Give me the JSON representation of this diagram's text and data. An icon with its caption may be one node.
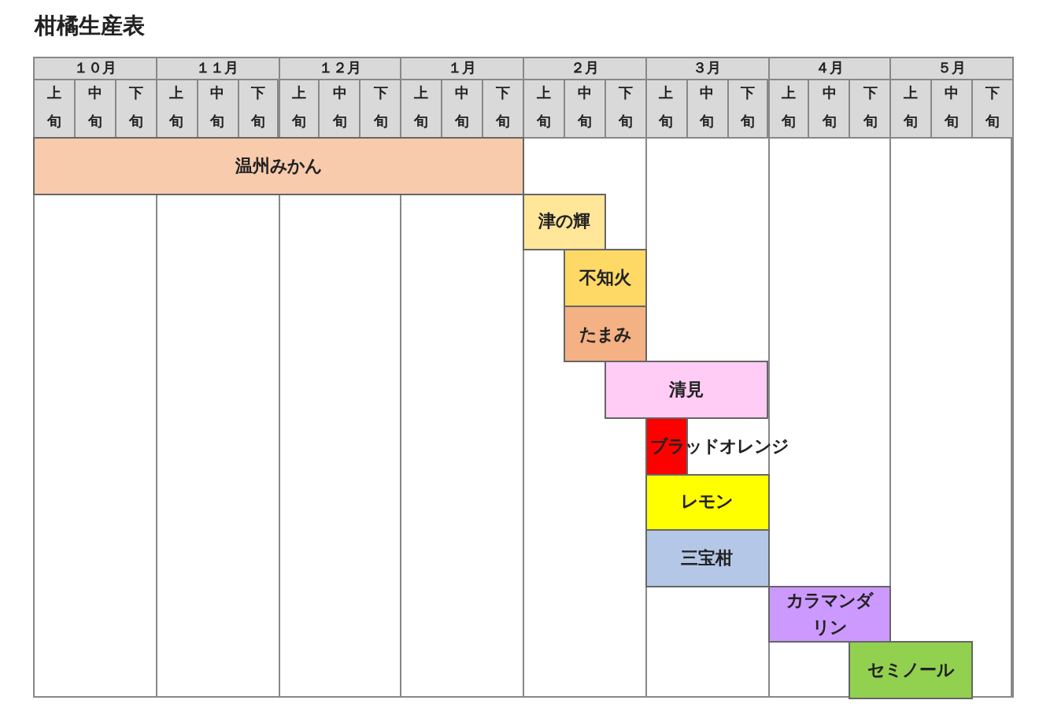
{
  "diagram": {
    "title": "柑橘生産表",
    "nodes": [
      {
        "text": [
          "温州みかん"
        ]
      },
      {
        "text": [
          "津の輝"
        ]
      },
      {
        "text": [
          "不知火"
        ]
      },
      {
        "text": [
          "たまみ"
        ]
      },
      {
        "text": [
          "清見"
        ]
      },
      {
        "text": [
          "ブラッドオレンジ"
        ]
      },
      {
        "text": [
          "レモン"
        ]
      },
      {
        "text": [
          "三宝柑"
        ]
      },
      {
        "text": [
          "カラマンダリン"
        ]
      },
      {
        "text": [
          "セミノール"
        ]
      }
    ],
    "labels": [
      "１０月",
      "１１月",
      "１２月",
      "１月",
      "２月",
      "３月",
      "４月",
      "５月",
      "上旬",
      "中旬",
      "下旬",
      "上旬",
      "中旬",
      "下旬",
      "上旬",
      "中旬",
      "下旬",
      "上旬",
      "中旬",
      "下旬",
      "上旬",
      "中旬",
      "下旬",
      "上旬",
      "中旬",
      "下旬",
      "上旬",
      "中旬",
      "下旬",
      "上旬",
      "中旬",
      "下旬"
    ]
  }
}
